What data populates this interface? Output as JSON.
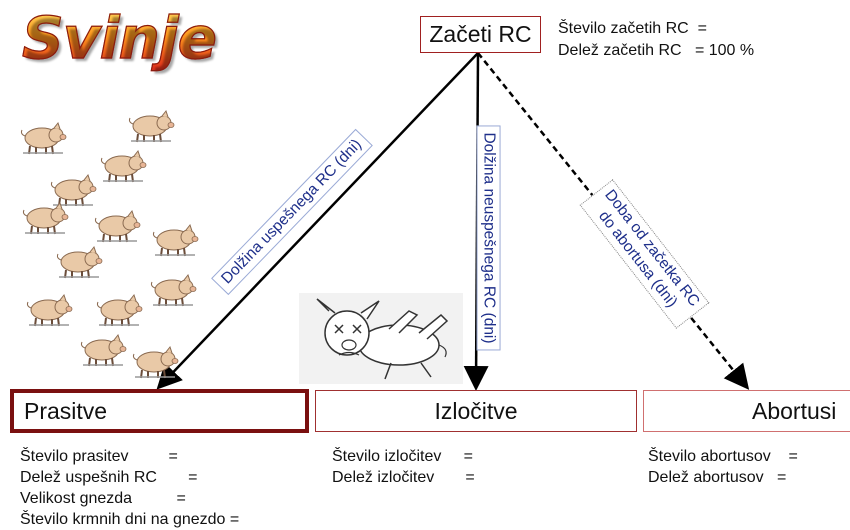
{
  "title": "Svinje",
  "start": {
    "label": "Začeti RC",
    "stat_count": "Število začetih RC  =",
    "stat_share": "Delež začetih RC   = 100 %"
  },
  "edges": {
    "successful": "Dolžina uspešnega RC (dni)",
    "unsuccessful": "Dolžina neuspešnega RC (dni)",
    "abortion_line1": "Doba od začetka RC",
    "abortion_line2": "do abortusa (dni)"
  },
  "outcomes": {
    "prasitve": {
      "label": "Prasitve",
      "stats": [
        "Število prasitev         =",
        "Delež uspešnih RC       =",
        "Velikost gnezda          =",
        "Število krmnih dni na gnezdo ="
      ]
    },
    "izlocitve": {
      "label": "Izločitve",
      "stats": [
        "Število izločitev     =",
        "Delež izločitev       ="
      ]
    },
    "abortusi": {
      "label": "Abortusi",
      "stats": [
        "Število abortusov    =",
        "Delež abortusov   ="
      ]
    }
  },
  "colors": {
    "box_border": "#a02020",
    "edge_label_text": "#1e2f8a",
    "pig_body": "#e9c9a7"
  },
  "icons": [
    "pig-icon",
    "dead-pig-icon"
  ]
}
